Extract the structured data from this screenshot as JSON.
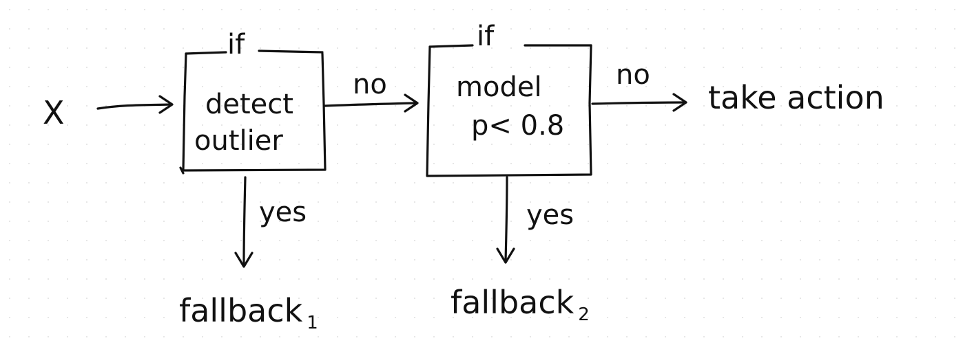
{
  "diagram": {
    "input": "X",
    "box1": {
      "header": "if",
      "line1": "detect",
      "line2": "outlier"
    },
    "box2": {
      "header": "if",
      "line1": "model",
      "line2": "p< 0.8"
    },
    "edge_no_1": "no",
    "edge_no_2": "no",
    "edge_yes_1": "yes",
    "edge_yes_2": "yes",
    "final": "take action",
    "fallback1": {
      "text": "fallback",
      "sub": "1"
    },
    "fallback2": {
      "text": "fallback",
      "sub": "2"
    }
  }
}
